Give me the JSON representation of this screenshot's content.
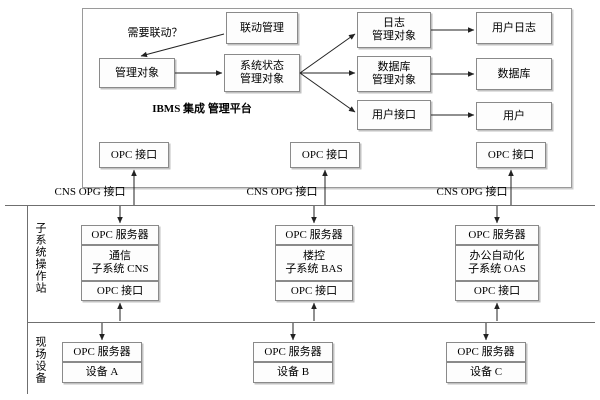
{
  "diagram": {
    "title_lines": [
      "IBMS 集成",
      "管理平台"
    ],
    "platform_panel": {
      "name": "IBMS 集成管理平台",
      "nodes": {
        "linkage_manager": {
          "lines": [
            "联动管理"
          ]
        },
        "managed_object": {
          "lines": [
            "管理对象"
          ]
        },
        "system_state": {
          "lines": [
            "系统状态",
            "管理对象"
          ]
        },
        "log_object": {
          "lines": [
            "日志",
            "管理对象"
          ]
        },
        "db_object": {
          "lines": [
            "数据库",
            "管理对象"
          ]
        },
        "ui_object": {
          "lines": [
            "用户接口"
          ]
        },
        "user_log": {
          "lines": [
            "用户日志"
          ]
        },
        "database": {
          "lines": [
            "数据库"
          ]
        },
        "user": {
          "lines": [
            "用户"
          ]
        }
      },
      "edge_label": "需要联动？",
      "opc_interfaces": [
        {
          "lines": [
            "OPC 接口"
          ]
        },
        {
          "lines": [
            "OPC 接口"
          ]
        },
        {
          "lines": [
            "OPC 接口"
          ]
        }
      ]
    },
    "bus": {
      "labels": [
        "CNS  OPG 接口",
        "CNS  OPG 接口",
        "CNS  OPG 接口"
      ]
    },
    "bands": [
      {
        "vertical_label": "子系统操作站"
      },
      {
        "vertical_label": "现场设备"
      }
    ],
    "workstations": [
      {
        "server": "OPC 服务器",
        "body": [
          "通信",
          "子系统 CNS"
        ],
        "interface": "OPC 接口"
      },
      {
        "server": "OPC 服务器",
        "body": [
          "楼控",
          "子系统 BAS"
        ],
        "interface": "OPC 接口"
      },
      {
        "server": "OPC 服务器",
        "body": [
          "办公自动化",
          "子系统 OAS"
        ],
        "interface": "OPC 接口"
      }
    ],
    "devices": [
      {
        "server": "OPC 服务器",
        "name": "设备 A"
      },
      {
        "server": "OPC 服务器",
        "name": "设备 B"
      },
      {
        "server": "OPC 服务器",
        "name": "设备 C"
      }
    ]
  },
  "colors": {
    "box_border": "#8a8a8a",
    "box_fill": "#fdfdfd",
    "line": "#6f6f6f",
    "arrow": "#222222",
    "text": "#000000"
  }
}
